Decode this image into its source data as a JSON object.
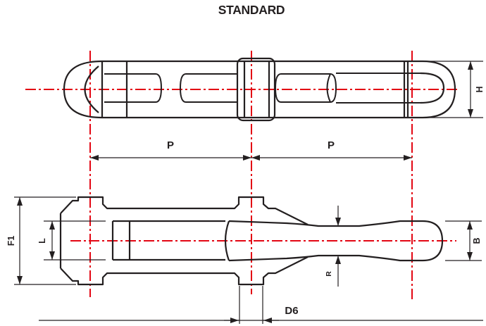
{
  "title": "STANDARD",
  "colors": {
    "outline": "#231f20",
    "centerline": "#e30613",
    "background": "#ffffff"
  },
  "labels": {
    "pitch_left": "P",
    "pitch_right": "P",
    "width_h": "H",
    "overall_height_f1": "F1",
    "inner_height_l": "L",
    "bar_height_b": "B",
    "mid_bar_r": "R",
    "boss_diameter_d6": "D6"
  }
}
